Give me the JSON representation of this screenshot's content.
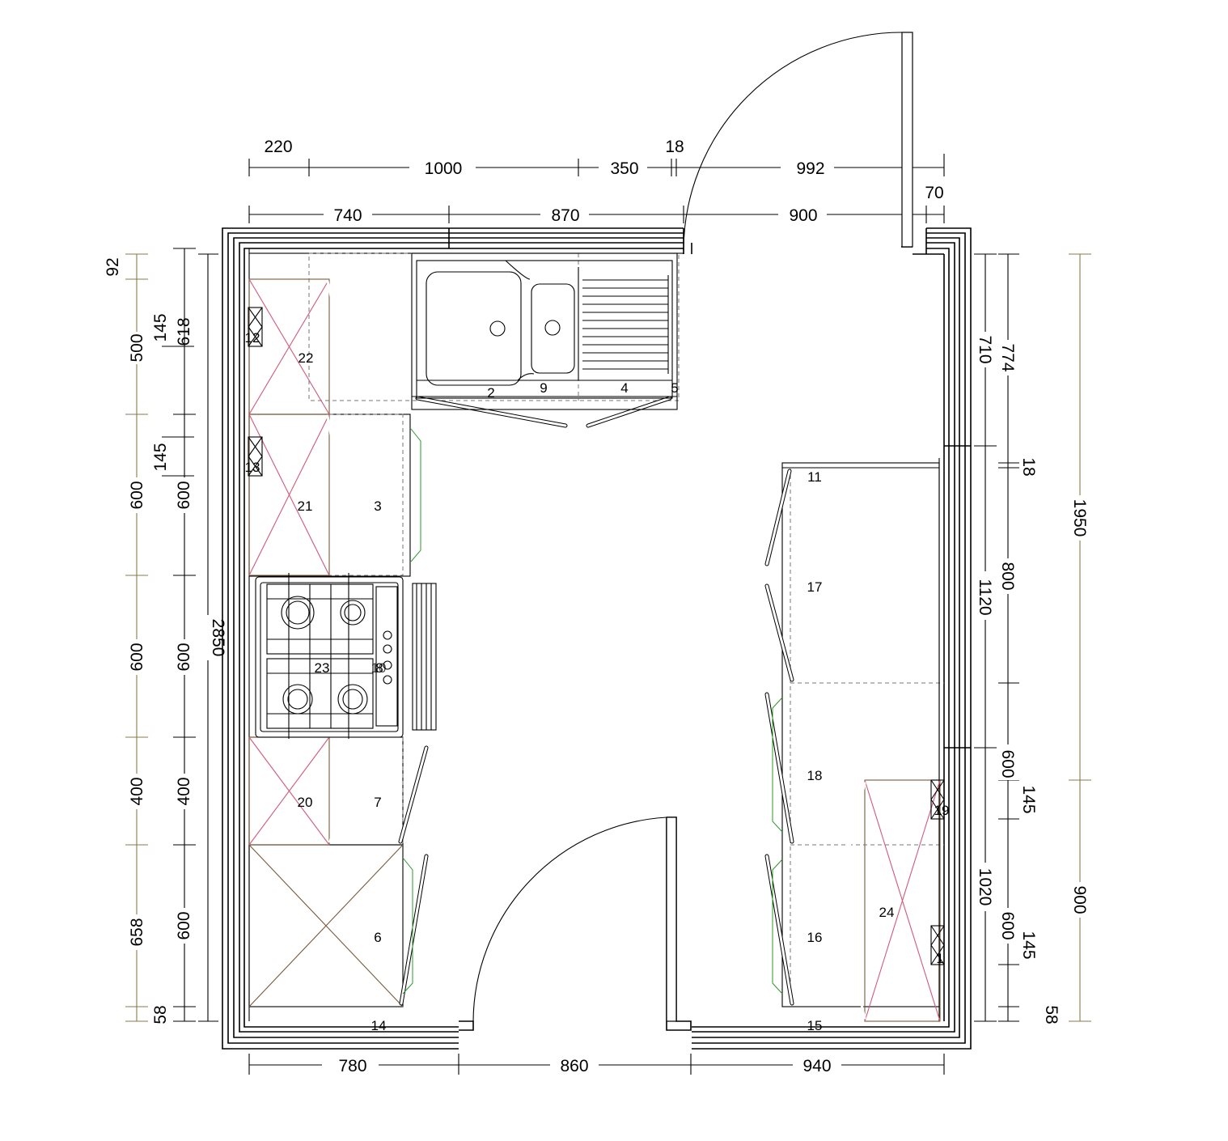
{
  "plan": {
    "top_dims_upper": [
      "220",
      "1000",
      "350",
      "18",
      "992"
    ],
    "top_dims_lower": [
      "740",
      "870",
      "900",
      "70"
    ],
    "bottom_dims": [
      "780",
      "860",
      "940"
    ],
    "left_dims_outer": [
      "92",
      "500",
      "600",
      "600",
      "400",
      "658",
      "58"
    ],
    "left_dims_middle": [
      "145",
      "145"
    ],
    "left_dims_inner": [
      "618",
      "600",
      "600",
      "400",
      "600"
    ],
    "left_overall": "2850",
    "right_dims_inner": [
      "710",
      "1120",
      "1020"
    ],
    "right_dims_middle": [
      "774",
      "18",
      "800",
      "600",
      "145",
      "600",
      "145"
    ],
    "right_dims_outer": [
      "1950",
      "900",
      "58"
    ],
    "unit_labels": [
      "2",
      "9",
      "4",
      "5",
      "12",
      "22",
      "13",
      "21",
      "3",
      "23",
      "8",
      "10",
      "20",
      "7",
      "6",
      "14",
      "11",
      "17",
      "18",
      "19",
      "24",
      "16",
      "1",
      "15"
    ]
  },
  "colors": {
    "line": "#000000",
    "wall_unit_cross": "#d05a7a",
    "base_unit_cross": "#7a5a3a",
    "dimension_tick": "#8a7a4a",
    "plinth": "#2a9a2a"
  }
}
